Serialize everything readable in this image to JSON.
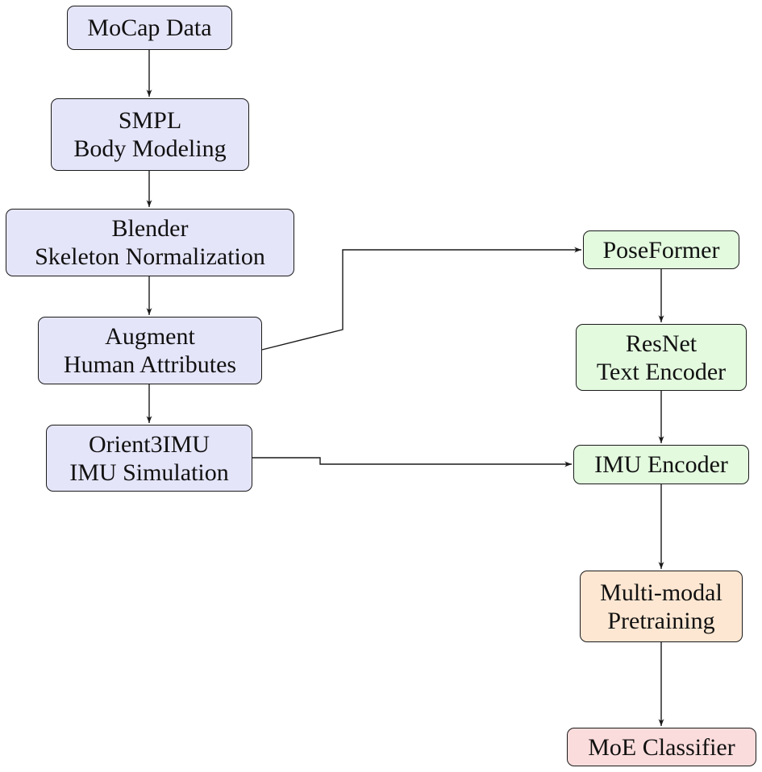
{
  "nodes": {
    "mocap": {
      "line1": "MoCap Data",
      "color": "#e5e5fa"
    },
    "smpl": {
      "line1": "SMPL",
      "line2": "Body Modeling",
      "color": "#e5e5fa"
    },
    "blender": {
      "line1": "Blender",
      "line2": "Skeleton Normalization",
      "color": "#e5e5fa"
    },
    "augment": {
      "line1": "Augment",
      "line2": "Human Attributes",
      "color": "#e5e5fa"
    },
    "orient": {
      "line1": "Orient3IMU",
      "line2": "IMU Simulation",
      "color": "#e5e5fa"
    },
    "poseformer": {
      "line1": "PoseFormer",
      "color": "#e3fadf"
    },
    "resnet": {
      "line1": "ResNet",
      "line2": "Text Encoder",
      "color": "#e3fadf"
    },
    "imu_encoder": {
      "line1": "IMU Encoder",
      "color": "#e3fadf"
    },
    "pretraining": {
      "line1": "Multi-modal",
      "line2": "Pretraining",
      "color": "#fde7d2"
    },
    "moe": {
      "line1": "MoE Classifier",
      "color": "#fbdcdc"
    }
  },
  "edges": [
    {
      "from": "MoCap Data",
      "to": "SMPL Body Modeling"
    },
    {
      "from": "SMPL Body Modeling",
      "to": "Blender Skeleton Normalization"
    },
    {
      "from": "Blender Skeleton Normalization",
      "to": "Augment Human Attributes"
    },
    {
      "from": "Augment Human Attributes",
      "to": "Orient3IMU IMU Simulation"
    },
    {
      "from": "Augment Human Attributes",
      "to": "PoseFormer"
    },
    {
      "from": "Orient3IMU IMU Simulation",
      "to": "IMU Encoder"
    },
    {
      "from": "PoseFormer",
      "to": "ResNet Text Encoder"
    },
    {
      "from": "ResNet Text Encoder",
      "to": "IMU Encoder"
    },
    {
      "from": "IMU Encoder",
      "to": "Multi-modal Pretraining"
    },
    {
      "from": "Multi-modal Pretraining",
      "to": "MoE Classifier"
    }
  ]
}
